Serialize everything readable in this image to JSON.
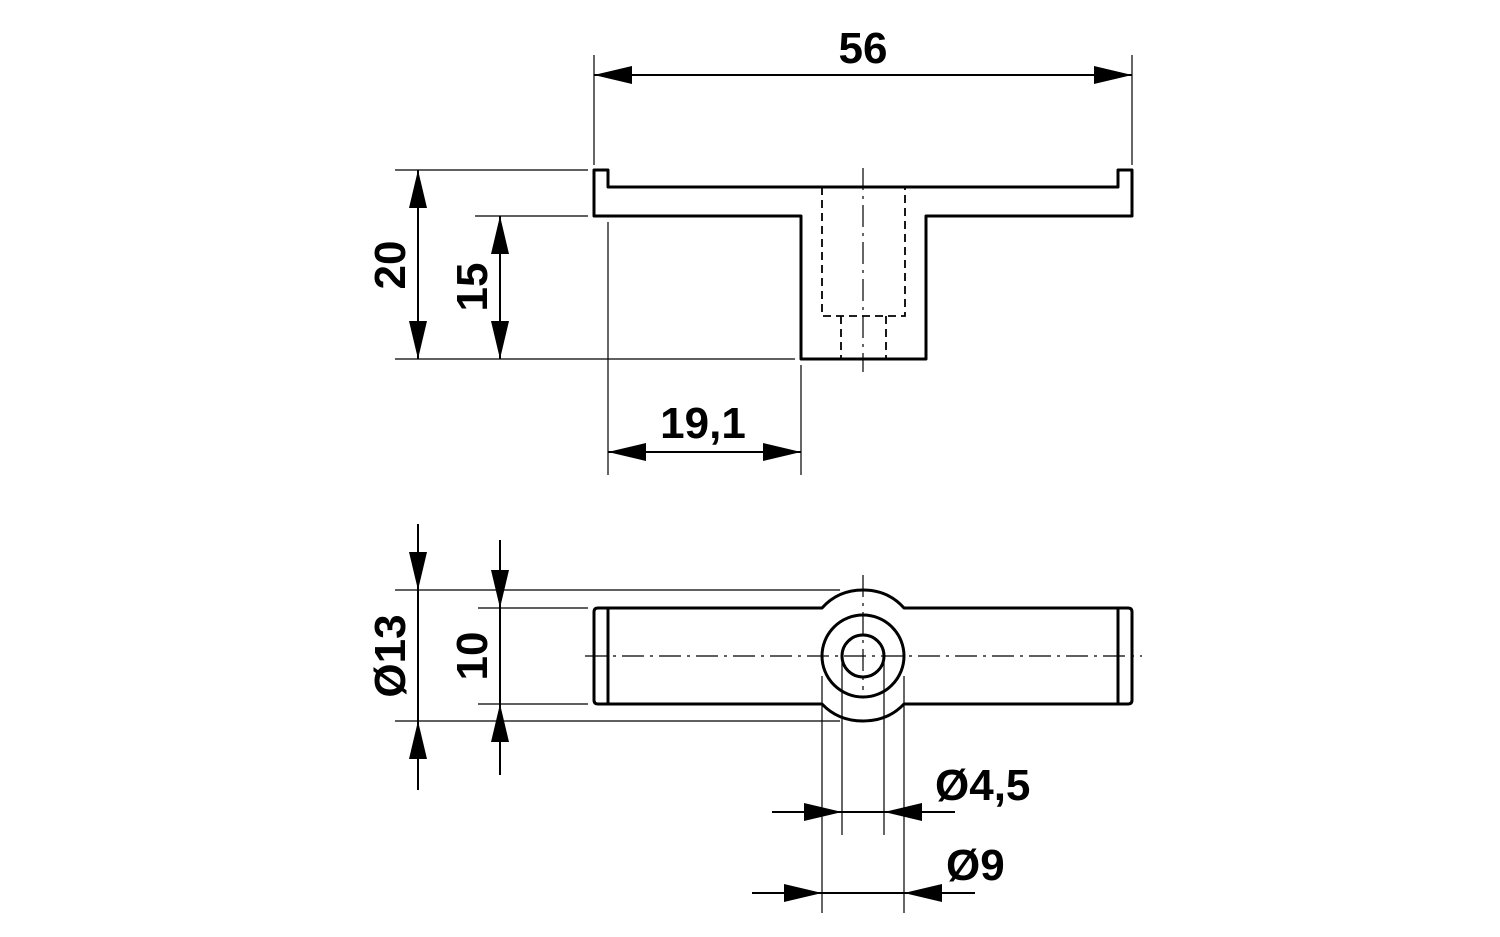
{
  "dimensions": {
    "overall_width": "56",
    "overall_height": "20",
    "boss_height": "15",
    "offset": "19,1",
    "outer_diameter": "Ø13",
    "bar_width": "10",
    "hole_diameter": "Ø4,5",
    "boss_diameter": "Ø9"
  }
}
